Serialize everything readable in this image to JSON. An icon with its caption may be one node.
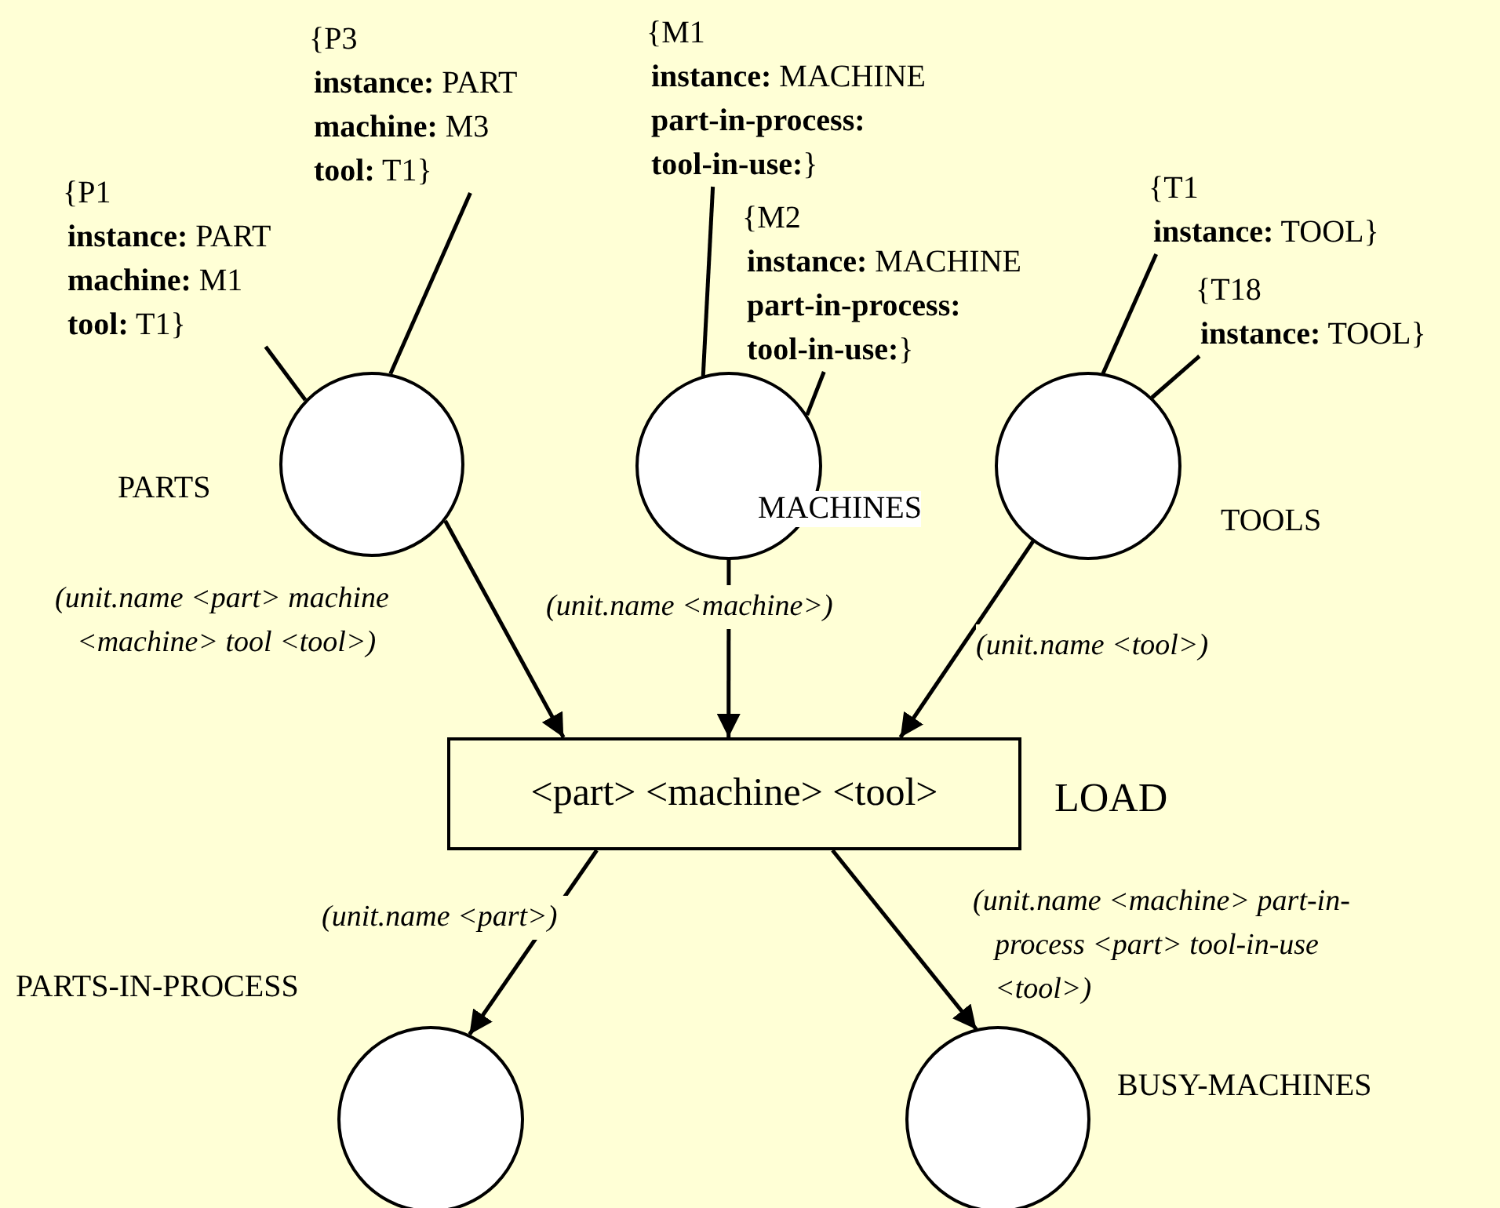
{
  "diagram": {
    "nodes": [
      {
        "text": [],
        "shape": "circle",
        "beside": [
          "PARTS"
        ]
      },
      {
        "text": [],
        "shape": "circle",
        "beside": [
          "MACHINES"
        ]
      },
      {
        "text": [],
        "shape": "circle",
        "beside": [
          "TOOLS"
        ]
      },
      {
        "text": [
          "<part> <machine> <tool>"
        ],
        "beside": [
          "LOAD"
        ]
      },
      {
        "text": [],
        "shape": "circle",
        "beside": [
          "PARTS-IN-PROCESS"
        ]
      },
      {
        "text": [],
        "shape": "circle",
        "beside": [
          "BUSY-MACHINES"
        ]
      },
      {
        "text": [
          "{P1",
          "**instance:** PART",
          "**machine:** M1",
          "**tool:** T1}"
        ]
      },
      {
        "text": [
          "{P3",
          "**instance:** PART",
          "**machine:** M3",
          "**tool:** T1}"
        ]
      },
      {
        "text": [
          "{M1",
          "**instance:** MACHINE",
          "**part-in-process:**",
          "**tool-in-use:**}"
        ]
      },
      {
        "text": [
          "{M2",
          "**instance:** MACHINE",
          "**part-in-process:**",
          "**tool-in-use:**}"
        ]
      },
      {
        "text": [
          "{T1",
          "**instance:** TOOL}"
        ]
      },
      {
        "text": [
          "{T18",
          "**instance:** TOOL}"
        ]
      }
    ],
    "edges": [
      {
        "from": 0,
        "to": 3,
        "arrow": "to",
        "label": "(unit.name <part> machine <machine> tool <tool>)"
      },
      {
        "from": 1,
        "to": 3,
        "arrow": "to",
        "label": "(unit.name <machine>)"
      },
      {
        "from": 2,
        "to": 3,
        "arrow": "to",
        "label": "(unit.name <tool>)"
      },
      {
        "from": 3,
        "to": 4,
        "arrow": "to",
        "label": "(unit.name <part>)"
      },
      {
        "from": 3,
        "to": 5,
        "arrow": "to",
        "label": "(unit.name <machine> part-in-process <part> tool-in-use <tool>)"
      },
      {
        "from": 6,
        "to": 0,
        "arrow": "none"
      },
      {
        "from": 7,
        "to": 0,
        "arrow": "none"
      },
      {
        "from": 8,
        "to": 1,
        "arrow": "none"
      },
      {
        "from": 9,
        "to": 1,
        "arrow": "none"
      },
      {
        "from": 10,
        "to": 2,
        "arrow": "none"
      },
      {
        "from": 11,
        "to": 2,
        "arrow": "none"
      }
    ]
  }
}
